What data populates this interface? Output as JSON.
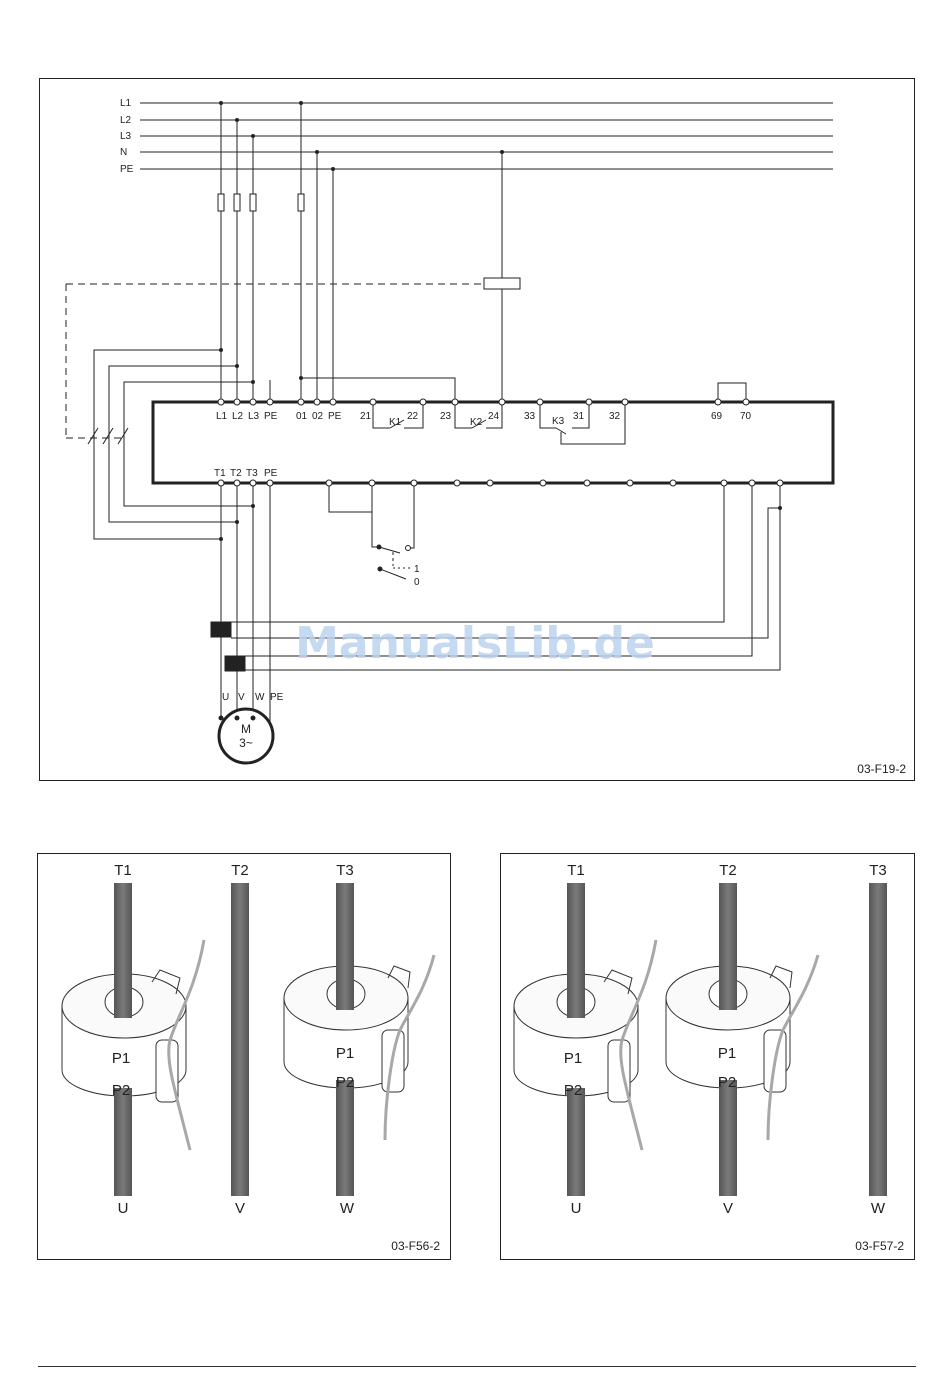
{
  "wiring_diagram": {
    "ref": "03-F19-2",
    "supply_lines": [
      "L1",
      "L2",
      "L3",
      "N",
      "PE"
    ],
    "top_terminals": [
      "L1",
      "L2",
      "L3",
      "PE",
      "01",
      "02",
      "PE",
      "21",
      "22",
      "23",
      "24",
      "33",
      "31",
      "32",
      "69",
      "70"
    ],
    "relays": [
      "K1",
      "K2",
      "K3"
    ],
    "bottom_terminals": [
      "T1",
      "T2",
      "T3",
      "PE"
    ],
    "switch_positions": [
      "1",
      "0"
    ],
    "motor_terminals": [
      "U",
      "V",
      "W",
      "PE"
    ],
    "motor": {
      "line1": "M",
      "line2": "3~"
    }
  },
  "ct_diagram_1": {
    "ref": "03-F56-2",
    "top_labels": [
      "T1",
      "T2",
      "T3"
    ],
    "bottom_labels": [
      "U",
      "V",
      "W"
    ],
    "ct_labels": [
      "P1",
      "P2",
      "P1",
      "P2"
    ]
  },
  "ct_diagram_2": {
    "ref": "03-F57-2",
    "top_labels": [
      "T1",
      "T2",
      "T3"
    ],
    "bottom_labels": [
      "U",
      "V",
      "W"
    ],
    "ct_labels": [
      "P1",
      "P2",
      "P1",
      "P2"
    ]
  },
  "watermark": "ManualsLib.de",
  "colors": {
    "line": "#222222",
    "conductor": "#6e6e6e",
    "wire": "#a8a8a8",
    "watermark": "#bcd3ee"
  }
}
